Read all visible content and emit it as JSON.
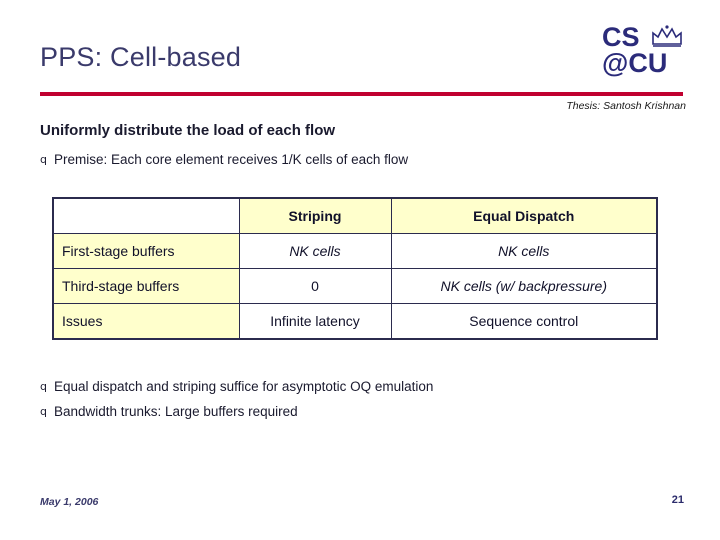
{
  "slide": {
    "title": "PPS: Cell-based",
    "thesis_note": "Thesis: Santosh Krishnan",
    "headline": "Uniformly distribute the load of each flow",
    "bullets": [
      {
        "marker": "q",
        "text": "Premise: Each core element receives 1/K cells of each flow"
      },
      {
        "marker": "q",
        "text": "Equal dispatch and striping suffice for asymptotic OQ emulation"
      },
      {
        "marker": "q",
        "text": "Bandwidth trunks: Large buffers required"
      }
    ],
    "logo": {
      "line1": "CS",
      "line2": "@CU",
      "crown_icon": "crown-icon"
    },
    "footer": {
      "date": "May 1, 2006",
      "page": "21"
    },
    "accent_color": "#c00030",
    "title_color": "#3a3a6b",
    "header_fill": "#ffffcc"
  },
  "table": {
    "columns": [
      "",
      "Striping",
      "Equal Dispatch"
    ],
    "rows": [
      {
        "label": "First-stage buffers",
        "striping": "NK cells",
        "equal_dispatch": "NK cells"
      },
      {
        "label": "Third-stage buffers",
        "striping": "0",
        "equal_dispatch": "NK cells (w/ backpressure)"
      },
      {
        "label": "Issues",
        "striping": "Infinite latency",
        "equal_dispatch": "Sequence control"
      }
    ]
  }
}
